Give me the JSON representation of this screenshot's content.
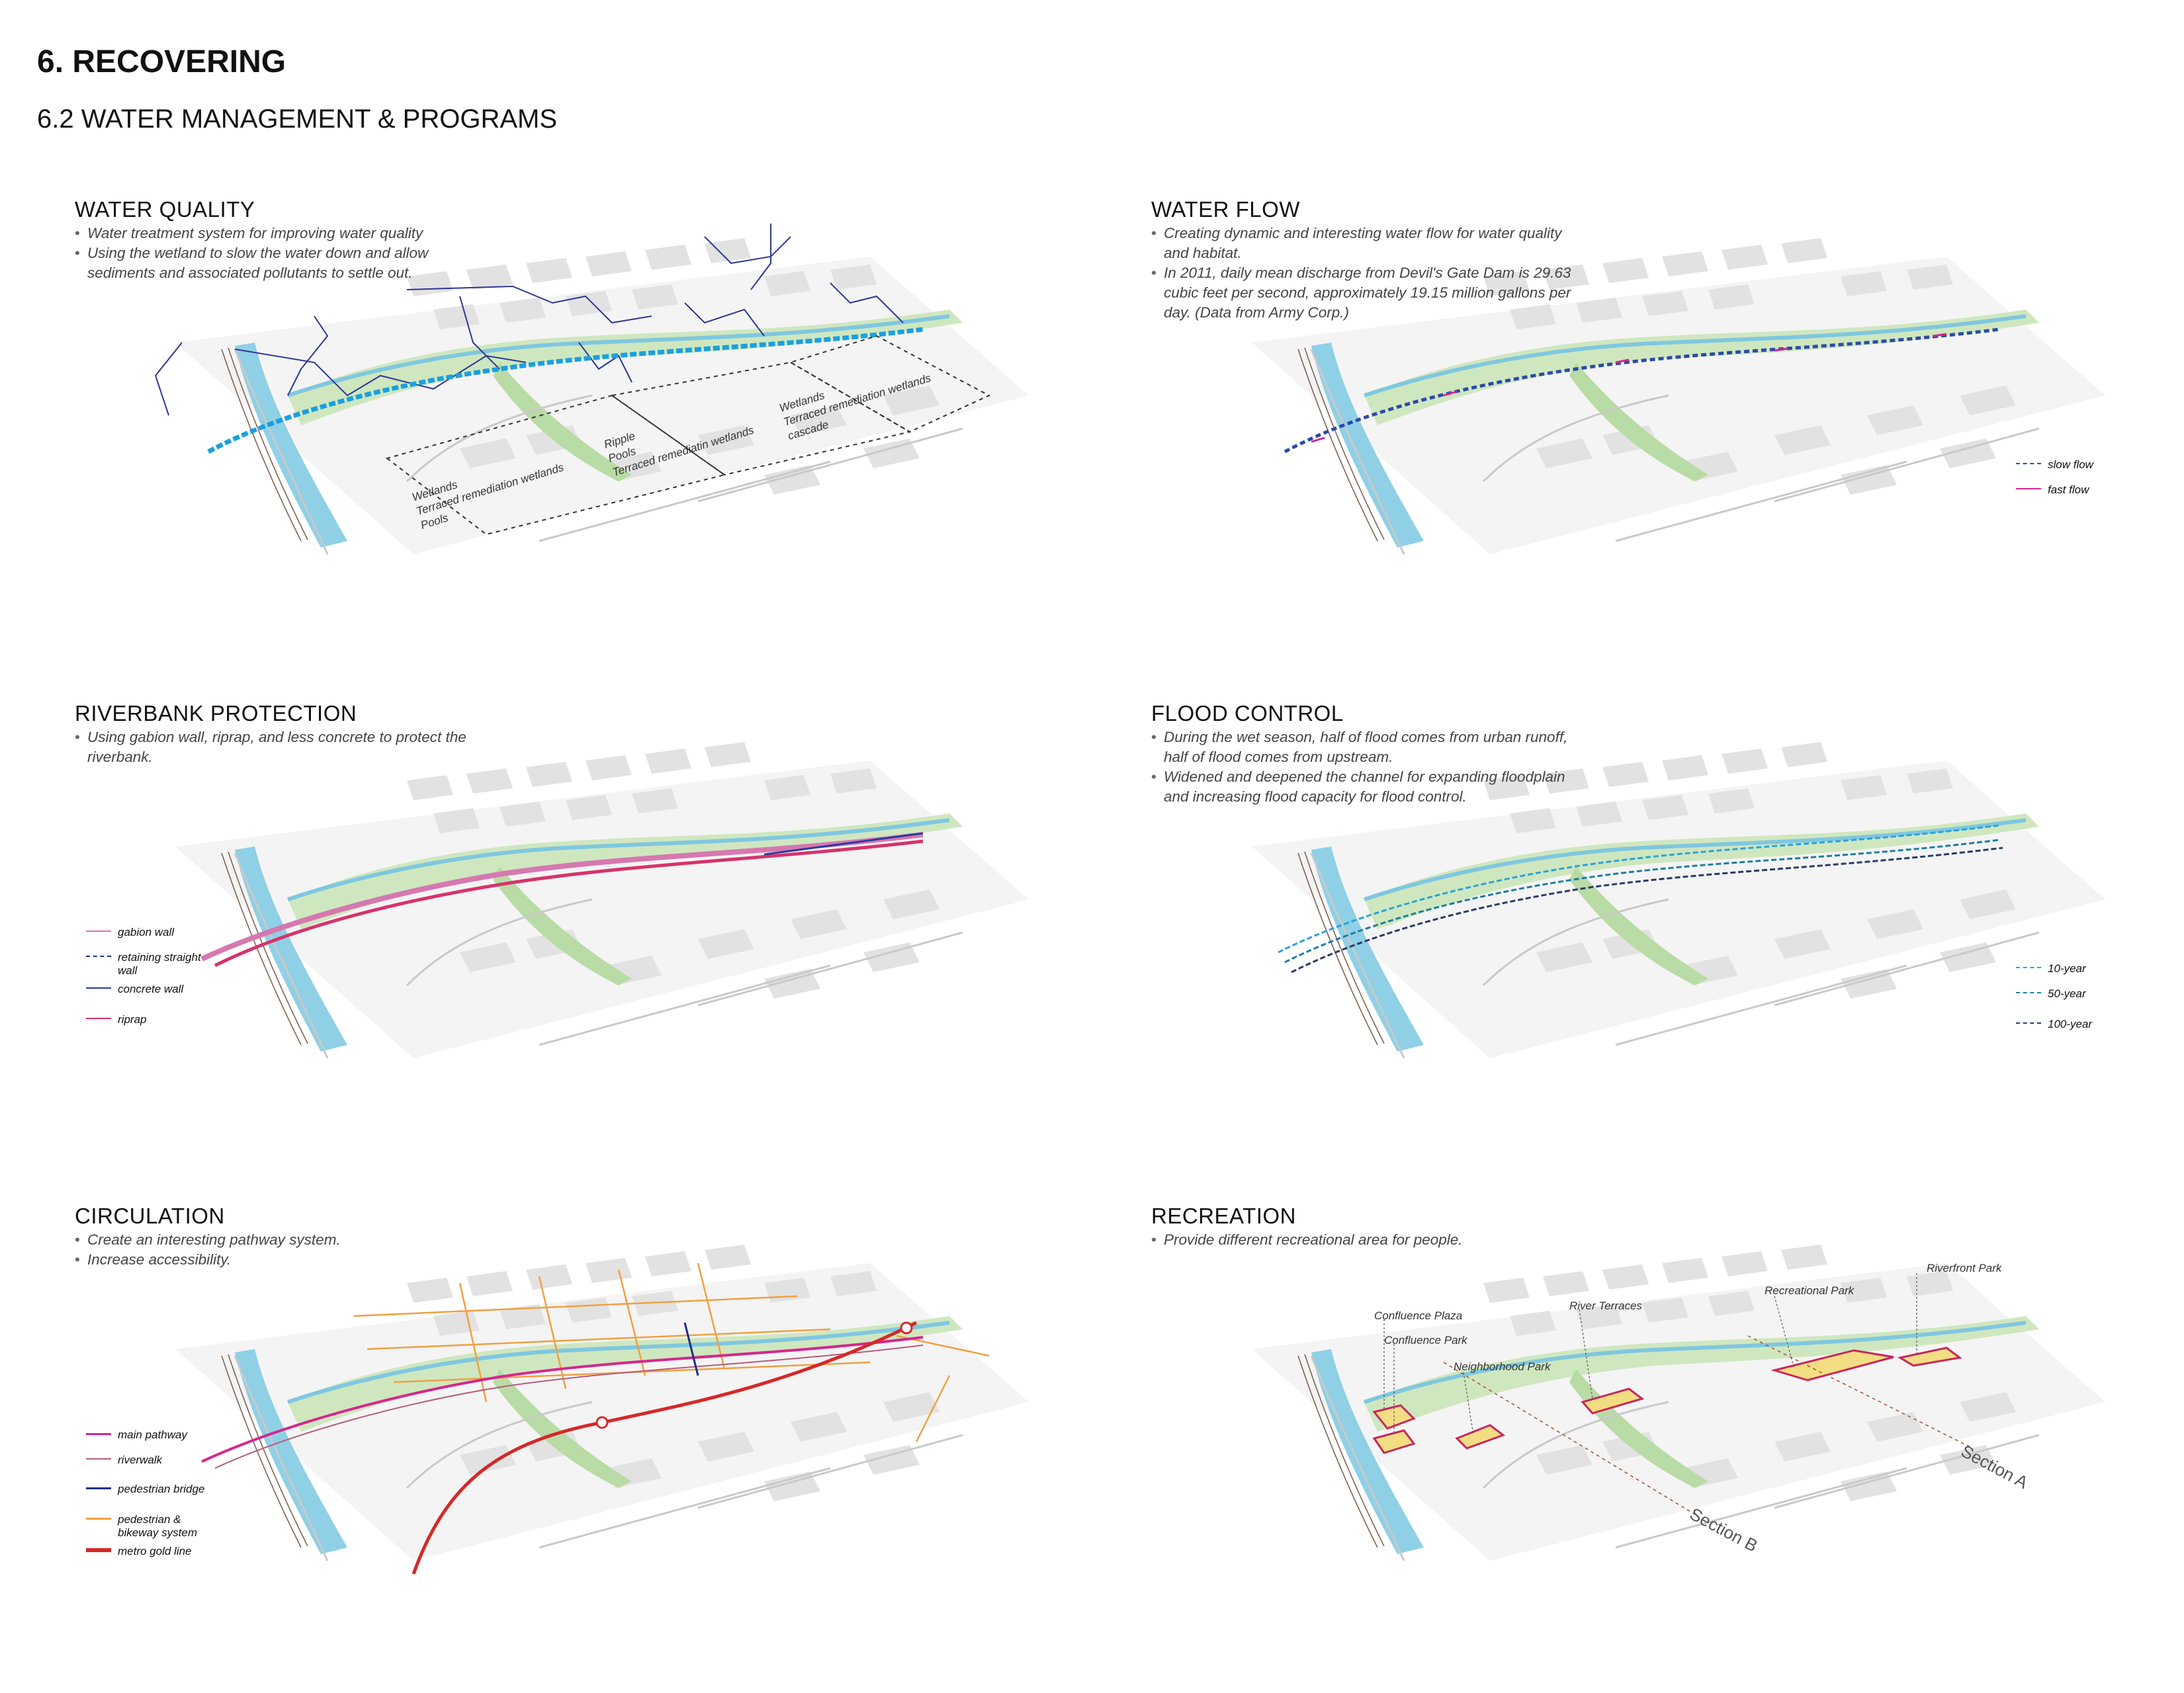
{
  "header": {
    "title": "6. RECOVERING",
    "subtitle": "6.2 WATER MANAGEMENT & PROGRAMS"
  },
  "panels": {
    "water_quality": {
      "title": "WATER QUALITY",
      "bullets": [
        "Water treatment system for improving water quality",
        "Using the wetland to slow the water down and allow sediments and associated pollutants to settle out."
      ],
      "zones": [
        [
          "Wetlands",
          "Terraced remediation wetlands",
          "Pools"
        ],
        [
          "Ripple",
          "Pools",
          "Terraced remediatin wetlands"
        ],
        [
          "Wetlands",
          "Terraced remediation wetlands",
          "cascade"
        ]
      ]
    },
    "water_flow": {
      "title": "WATER FLOW",
      "bullets": [
        "Creating dynamic and interesting water flow for water quality and habitat.",
        " In 2011, daily mean discharge from Devil's Gate Dam is 29.63 cubic feet per second, approximately 19.15 million gallons per day. (Data from Army Corp.)"
      ],
      "legend": [
        {
          "label": "slow flow",
          "color": "#2b4aa8",
          "style": "dashed-arrow"
        },
        {
          "label": "fast flow",
          "color": "#d6268e",
          "style": "arrow"
        }
      ]
    },
    "riverbank": {
      "title": "RIVERBANK PROTECTION",
      "bullets": [
        "Using gabion wall, riprap, and less concrete to protect the riverbank."
      ],
      "legend": [
        {
          "label": "gabion wall",
          "color": "#d678b0",
          "style": "solid"
        },
        {
          "label": "retaining straight wall",
          "color": "#1b2f88",
          "style": "dashed"
        },
        {
          "label": "concrete wall",
          "color": "#2a3aa0",
          "style": "solid"
        },
        {
          "label": "riprap",
          "color": "#d6336c",
          "style": "solid"
        }
      ]
    },
    "flood": {
      "title": "FLOOD CONTROL",
      "bullets": [
        "During the wet season, half of flood comes from urban runoff, half of flood comes from upstream.",
        "Widened and deepened the channel for expanding floodplain and increasing flood capacity for flood control."
      ],
      "legend": [
        {
          "label": "10-year",
          "color": "#29a3d9",
          "style": "dashed"
        },
        {
          "label": "50-year",
          "color": "#1a7fa0",
          "style": "dashed"
        },
        {
          "label": "100-year",
          "color": "#2b3b66",
          "style": "dashed"
        }
      ]
    },
    "circulation": {
      "title": "CIRCULATION",
      "bullets": [
        "Create an interesting pathway system.",
        "Increase accessibility."
      ],
      "legend": [
        {
          "label": "main pathway",
          "color": "#d6268e",
          "style": "solid"
        },
        {
          "label": "riverwalk",
          "color": "#b45d7a",
          "style": "solid"
        },
        {
          "label": "pedestrian bridge",
          "color": "#1b2f88",
          "style": "solid"
        },
        {
          "label": "pedestrian & bikeway system",
          "color": "#f0a040",
          "style": "solid"
        },
        {
          "label": "metro gold line",
          "color": "#d62828",
          "style": "thick"
        }
      ]
    },
    "recreation": {
      "title": "RECREATION",
      "bullets": [
        "Provide different recreational area for people."
      ],
      "labels": [
        "Confluence Plaza",
        "Confluence Park",
        "Neighborhood Park",
        "River Terraces",
        "Recreational Park",
        "Riverfront Park"
      ],
      "sections": [
        "Section A",
        "Section B"
      ]
    }
  },
  "colors": {
    "river": "#6cc2e0",
    "green": "#a9d39a",
    "building": "#e2e2e2",
    "road": "#c9c9c9"
  }
}
